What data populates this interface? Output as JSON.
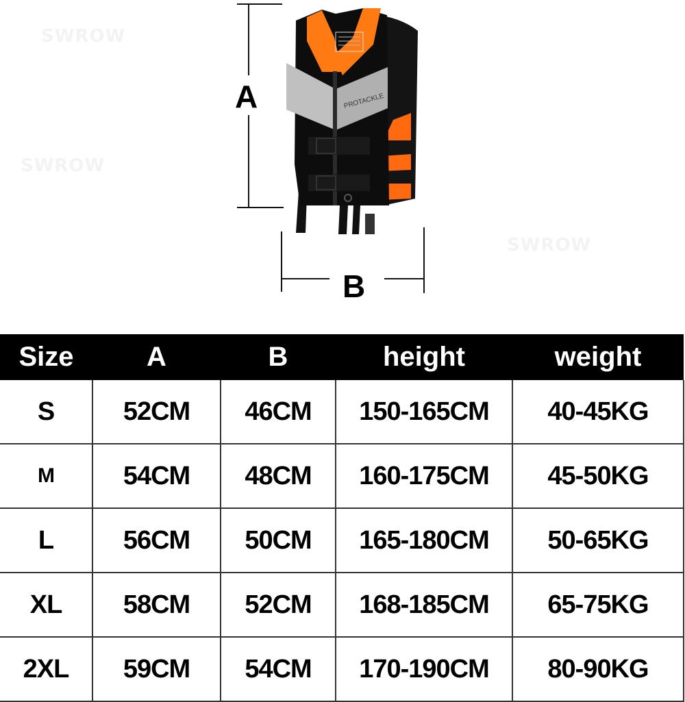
{
  "watermarks": [
    "SWROW",
    "SWROW",
    "SWROW"
  ],
  "diagram": {
    "dimension_a_label": "A",
    "dimension_b_label": "B",
    "vest_brand_text": "PROTACKLE",
    "colors": {
      "orange": "#ff7a12",
      "black": "#0d0d0d",
      "gray": "#b5b5b5"
    }
  },
  "size_table": {
    "headers": [
      "Size",
      "A",
      "B",
      "height",
      "weight"
    ],
    "rows": [
      {
        "size": "S",
        "a": "52CM",
        "b": "46CM",
        "height": "150-165CM",
        "weight": "40-45KG"
      },
      {
        "size": "M",
        "a": "54CM",
        "b": "48CM",
        "height": "160-175CM",
        "weight": "45-50KG"
      },
      {
        "size": "L",
        "a": "56CM",
        "b": "50CM",
        "height": "165-180CM",
        "weight": "50-65KG"
      },
      {
        "size": "XL",
        "a": "58CM",
        "b": "52CM",
        "height": "168-185CM",
        "weight": "65-75KG"
      },
      {
        "size": "2XL",
        "a": "59CM",
        "b": "54CM",
        "height": "170-190CM",
        "weight": "80-90KG"
      }
    ]
  }
}
